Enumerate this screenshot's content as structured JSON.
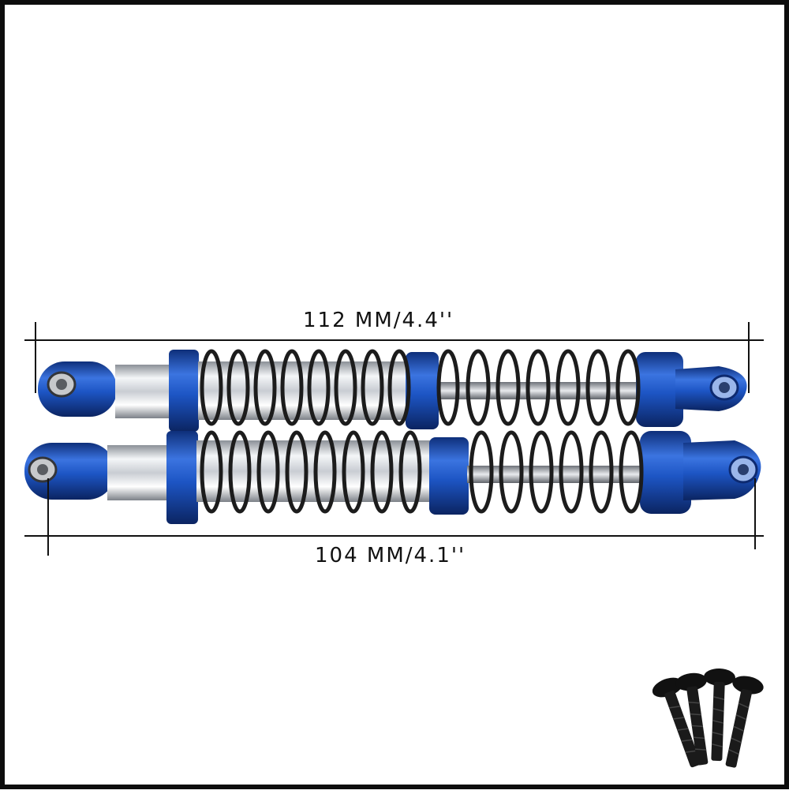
{
  "dimensions": {
    "top_label": "112 MM/4.4''",
    "bottom_label": "104 MM/4.1''"
  },
  "product": {
    "items": [
      "shock-absorber",
      "shock-absorber",
      "screw",
      "screw",
      "screw",
      "screw"
    ]
  },
  "colors": {
    "frame_border": "#0d0d0d",
    "anodized_blue": "#1d55c4",
    "chrome": "#d7dbe0",
    "spring": "#1c1c1c",
    "screw": "#111111"
  }
}
